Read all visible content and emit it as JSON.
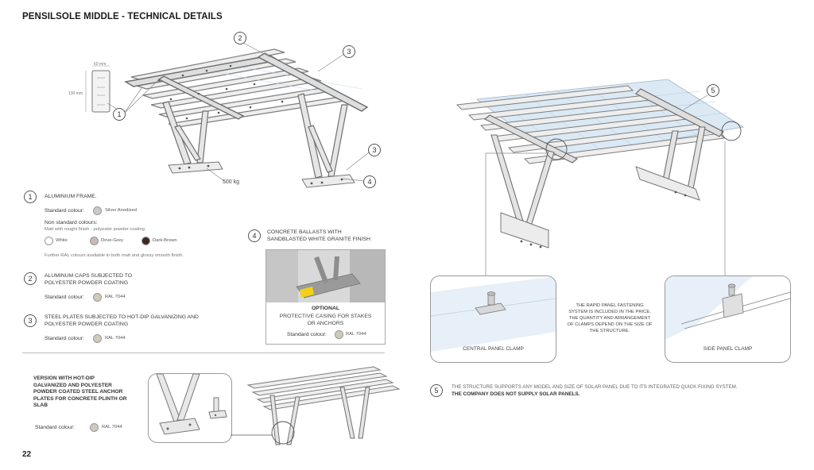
{
  "title": "PENSILSOLE MIDDLE - TECHNICAL DETAILS",
  "page_number": "22",
  "profile": {
    "width_label": "60 mm",
    "height_label": "130 mm"
  },
  "ballast_weight": "500 kg",
  "callouts": [
    "1",
    "2",
    "3",
    "3",
    "4",
    "5"
  ],
  "spec1": {
    "num": "1",
    "heading": "ALUMINIUM FRAME.",
    "standard_label": "Standard colour:",
    "standard_value": "Silver Anodized",
    "nonstd_label": "Non standard colours:",
    "nonstd_desc": "Matt with rought finish - polyester powder coating",
    "options": [
      {
        "name": "White",
        "color": "#ffffff"
      },
      {
        "name": "Dove-Grey",
        "color": "#cbb9b4"
      },
      {
        "name": "Dark-Brown",
        "color": "#3b2a22"
      }
    ],
    "further": "Further RAL colours available in both matt and glossy smooth finish."
  },
  "spec2": {
    "num": "2",
    "line1": "ALUMINUM CAPS SUBJECTED TO",
    "line2": "POLYESTER POWDER COATING",
    "standard_label": "Standard colour:",
    "standard_value": "RAL 7044"
  },
  "spec3": {
    "num": "3",
    "line1": "STEEL PLATES SUBJECTED TO HOT-DIP GALVANIZING AND",
    "line2": "POLYESTER POWDER COATING",
    "standard_label": "Standard colour:",
    "standard_value": "RAL 7044"
  },
  "spec4": {
    "num": "4",
    "line1": "CONCRETE BALLASTS WITH",
    "line2": "SANDBLASTED WHITE GRANITE FINISH",
    "optional_title": "OPTIONAL",
    "optional_line1": "PROTECTIVE CASING FOR STAKES",
    "optional_line2": "OR ANCHORS",
    "standard_label": "Standard colour:",
    "standard_value": "RAL 7044"
  },
  "version": {
    "line1": "VERSION WITH HOT-DIP",
    "line2": "GALVANIZED AND POLYESTER",
    "line3": "POWDER COATED STEEL ANCHOR",
    "line4": "PLATES FOR CONCRETE PLINTH OR",
    "line5": "SLAB",
    "standard_label": "Standard colour:",
    "standard_value": "RAL 7044"
  },
  "clamps": {
    "central": "CENTRAL PANEL CLAMP",
    "side": "SIDE PANEL CLAMP",
    "note1": "THE RAPID PANEL FASTENING",
    "note2": "SYSTEM IS INCLUDED IN THE PRICE.",
    "note3": "THE QUANTITY AND ARRANGEMENT",
    "note4": "OF CLAMPS DEPEND ON THE SIZE OF",
    "note5": "THE STRUCTURE."
  },
  "spec5": {
    "num": "5",
    "line1": "THE STRUCTURE SUPPORTS ANY MODEL AND SIZE OF SOLAR PANEL DUE TO ITS INTEGRATED QUICK FIXING SYSTEM.",
    "line2": "THE COMPANY DOES NOT SUPPLY SOLAR PANELS."
  },
  "colors": {
    "silver": "#c9c9cc",
    "ral7044": "#cfcbbb",
    "panel": "#dbe9f5",
    "frame": "#8a8a8a"
  }
}
